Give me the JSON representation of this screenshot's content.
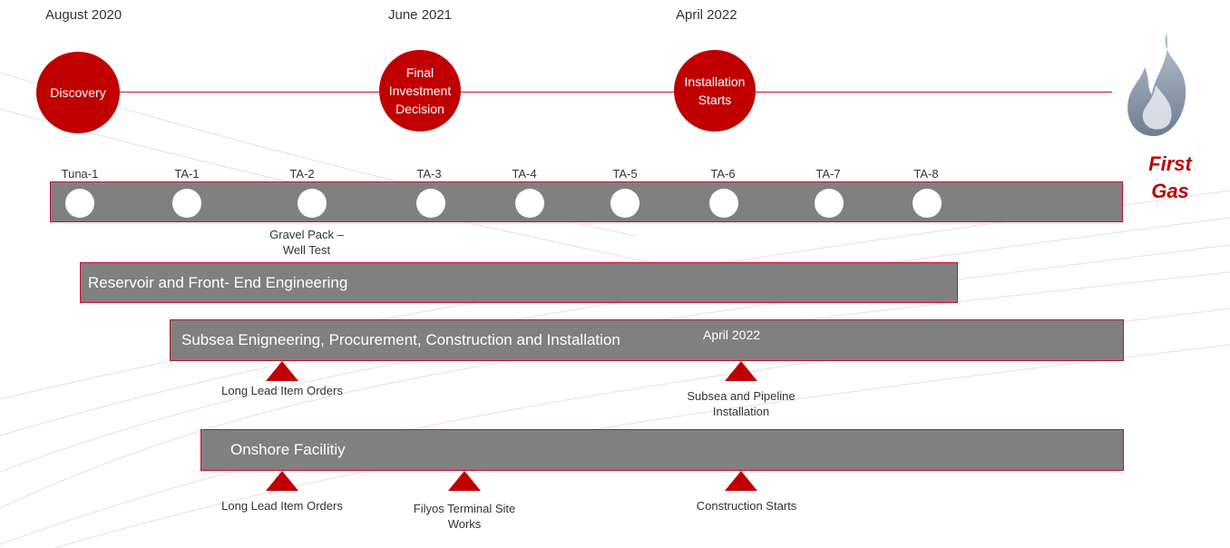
{
  "colors": {
    "accent": "#c00000",
    "bar": "#808080",
    "line": "#c8102e"
  },
  "milestones": [
    {
      "date": "August  2020",
      "label": "Discovery"
    },
    {
      "date": "June 2021",
      "label": "Final\nInvestment\nDecision"
    },
    {
      "date": "April 2022",
      "label": "Installation\nStarts"
    }
  ],
  "end_marker": {
    "icon": "flame-icon",
    "label": "First\nGas"
  },
  "wells": [
    "Tuna-1",
    "TA-1",
    "TA-2",
    "TA-3",
    "TA-4",
    "TA-5",
    "TA-6",
    "TA-7",
    "TA-8"
  ],
  "well_note": "Gravel Pack –\nWell Test",
  "phases": {
    "reservoir": {
      "label": "Reservoir and Front- End Engineering"
    },
    "subsea": {
      "label": "Subsea Enigneering, Procurement, Construction and Installation",
      "date": "April 2022",
      "events": [
        "Long Lead Item Orders",
        "Subsea and Pipeline\nInstallation"
      ]
    },
    "onshore": {
      "label": "Onshore Facilitiy",
      "events": [
        "Long Lead Item Orders",
        "Filyos Terminal Site\nWorks",
        "Construction Starts"
      ]
    }
  }
}
